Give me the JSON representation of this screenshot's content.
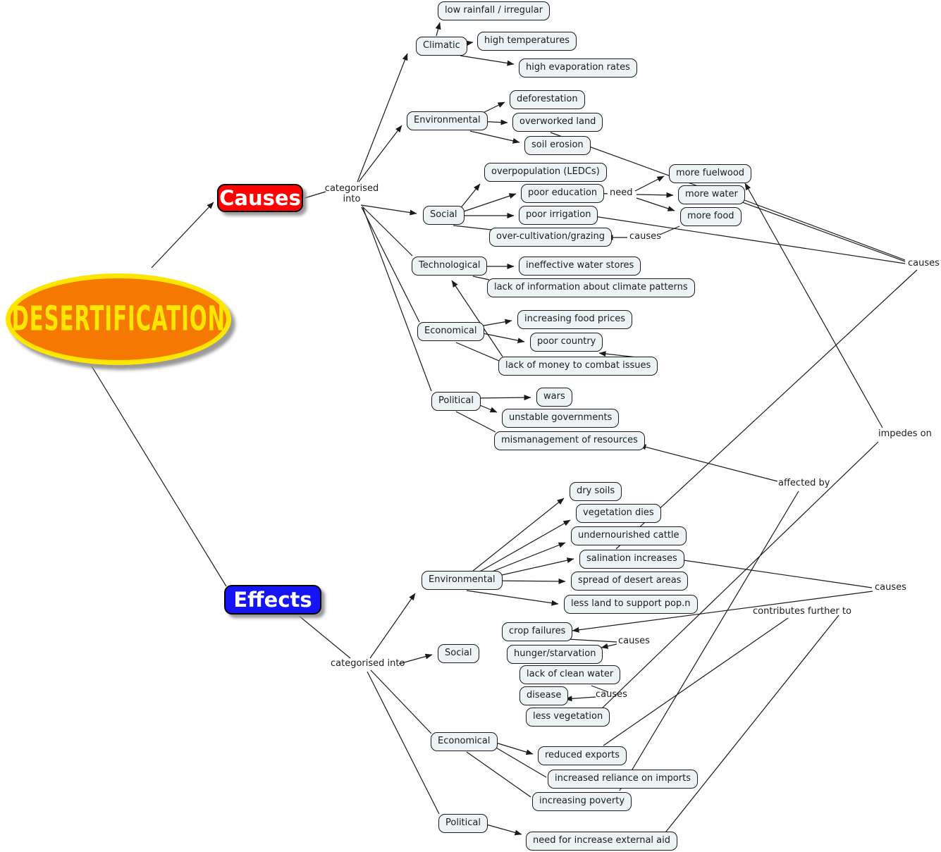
{
  "title": "DESERTIFICATION",
  "causes": {
    "root": "Causes",
    "connector": "categorised into",
    "climatic": {
      "label": "Climatic",
      "children": [
        "low rainfall / irregular",
        "high temperatures",
        "high evaporation rates"
      ]
    },
    "environmental": {
      "label": "Environmental",
      "children": [
        "deforestation",
        "overworked land",
        "soil erosion"
      ]
    },
    "social": {
      "label": "Social",
      "children": [
        "overpopulation (LEDCs)",
        "poor education",
        "poor irrigation",
        "over-cultivation/grazing"
      ]
    },
    "technological": {
      "label": "Technological",
      "children": [
        "ineffective water stores",
        "lack of information about climate patterns"
      ]
    },
    "economical": {
      "label": "Economical",
      "children": [
        "increasing food prices",
        "poor country",
        "lack of money to combat issues"
      ]
    },
    "political": {
      "label": "Political",
      "children": [
        "wars",
        "unstable governments",
        "mismanagement of resources"
      ]
    },
    "needs": {
      "label": "need",
      "children": [
        "more fuelwood",
        "more water",
        "more food"
      ]
    }
  },
  "effects": {
    "root": "Effects",
    "connector": "categorised into",
    "environmental": {
      "label": "Environmental",
      "children": [
        "dry soils",
        "vegetation dies",
        "undernourished cattle",
        "salination increases",
        "spread of desert areas",
        "less land to support pop.n"
      ]
    },
    "social": {
      "label": "Social",
      "children": [
        "crop failures",
        "hunger/starvation",
        "lack of clean water",
        "disease",
        "less vegetation"
      ]
    },
    "economical": {
      "label": "Economical",
      "children": [
        "reduced exports",
        "increased reliance on imports",
        "increasing poverty"
      ]
    },
    "political": {
      "label": "Political",
      "children": [
        "need for increase external aid"
      ]
    }
  },
  "edge_labels": {
    "causes_overcultivation": "causes",
    "causes_salination": "causes",
    "impedes_on": "impedes on",
    "affected_by": "affected by",
    "causes_crop_failures": "causes",
    "contributes_further_to": "contributes further to",
    "causes_hunger": "causes",
    "causes_disease": "causes"
  },
  "colors": {
    "causes_bg": "#fe0000",
    "effects_bg": "#1414f7",
    "title_fill": "#f57900",
    "title_accent": "#ffe600",
    "node_fill": "#edf3f4",
    "line": "#1a1a1a"
  }
}
